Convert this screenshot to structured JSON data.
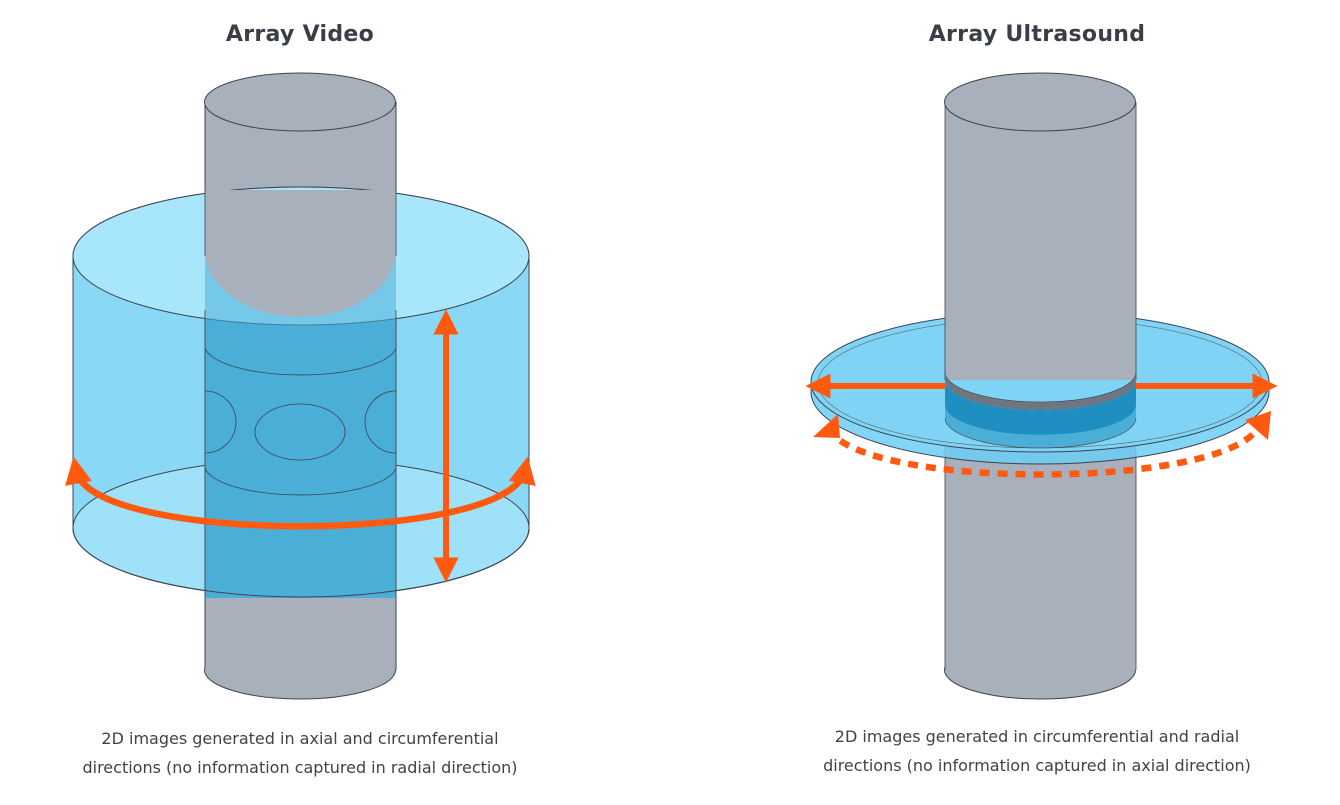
{
  "left_panel": {
    "title": "Array Video",
    "caption_line1": "2D images generated in axial and circumferential",
    "caption_line2": "directions (no information captured in radial direction)"
  },
  "right_panel": {
    "title": "Array Ultrasound",
    "caption_line1": "2D images generated in circumferential and radial",
    "caption_line2": "directions (no information captured in axial direction)"
  },
  "colors": {
    "pipe": "#a8b0bb",
    "water": "#7fd4f5",
    "water_light": "#a8e6fb",
    "arrow": "#ff5a10",
    "band": "#1f8fc2"
  }
}
